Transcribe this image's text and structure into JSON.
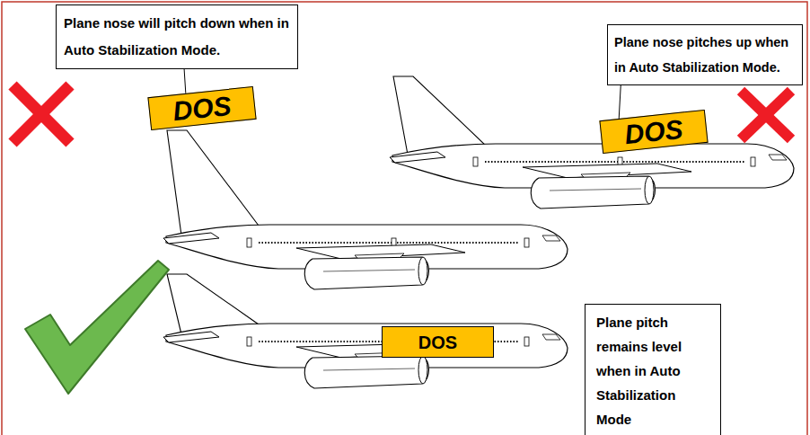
{
  "diagram": {
    "nodes": [
      {
        "text": [
          "Plane nose will pitch down when in Auto Stabilization Mode."
        ]
      },
      {
        "text": [
          "Plane nose pitches up when in Auto Stabilization Mode."
        ]
      },
      {
        "text": [
          "DOS"
        ]
      },
      {
        "text": [
          "DOS"
        ]
      },
      {
        "text": [
          "DOS"
        ]
      },
      {
        "text": [
          "Plane pitch remains level when in Auto Stabilization Mode"
        ]
      }
    ],
    "edges": [
      {
        "from": 0,
        "to": 2,
        "arrow": "none"
      },
      {
        "from": 1,
        "to": 3,
        "arrow": "none"
      }
    ]
  }
}
